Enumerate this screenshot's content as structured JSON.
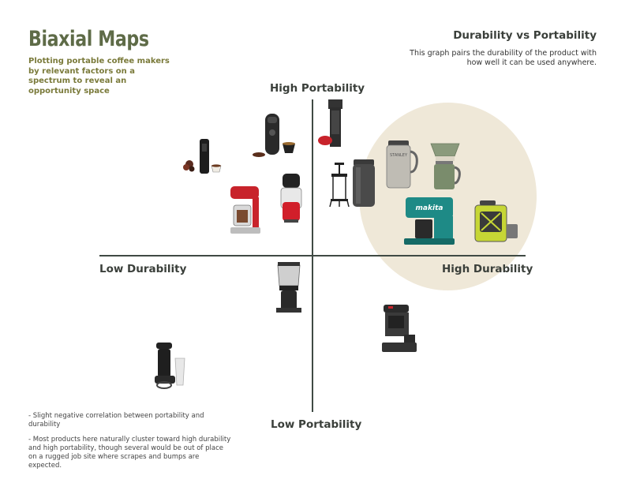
{
  "header": {
    "title": "Biaxial Maps",
    "subtitle": "Plotting portable coffee makers by relevant factors on a spectrum to reveal an opportunity space"
  },
  "graph": {
    "title": "Durability vs Portability",
    "description": "This graph pairs the durability of the product with how well it can be used anywhere."
  },
  "axes": {
    "top": "High Portability",
    "bottom": "Low Portability",
    "left": "Low Durability",
    "right": "High Durability"
  },
  "notes": [
    "- Slight negative correlation between portability and durability",
    "- Most products here naturally cluster toward high durability and high portability, though several would be out of place on a rugged job site where scrapes and bumps are expected."
  ],
  "products": {
    "makita_brand": "makita",
    "stanley_brand": "STANLEY"
  },
  "colors": {
    "title": "#5e6b47",
    "opportunity": "#efe8d8",
    "axis": "#3f4a44",
    "makita_teal": "#1e8a86",
    "ryobi_green": "#c6d635",
    "red": "#c8232b"
  }
}
